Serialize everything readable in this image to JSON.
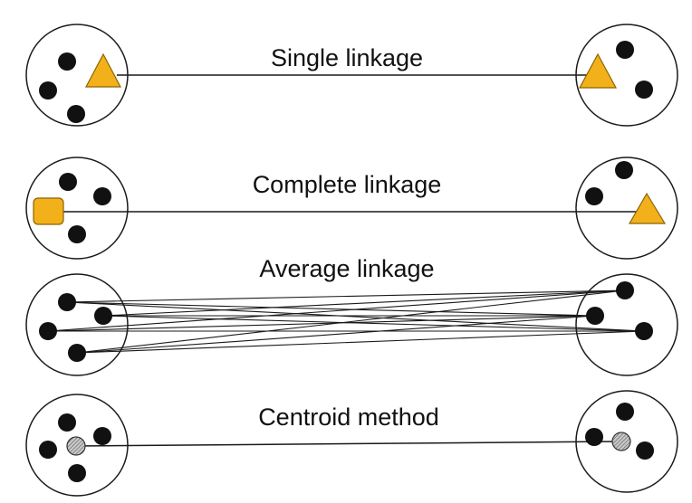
{
  "colors": {
    "background": "#ffffff",
    "stroke": "#1a1a1a",
    "point": "#111111",
    "accent_fill": "#f2b11a",
    "accent_stroke": "#8a6400",
    "centroid_fill": "#bdbdbd"
  },
  "rows": [
    {
      "label": "Single linkage",
      "method": "single"
    },
    {
      "label": "Complete linkage",
      "method": "complete"
    },
    {
      "label": "Average linkage",
      "method": "average"
    },
    {
      "label": "Centroid method",
      "method": "centroid"
    }
  ]
}
